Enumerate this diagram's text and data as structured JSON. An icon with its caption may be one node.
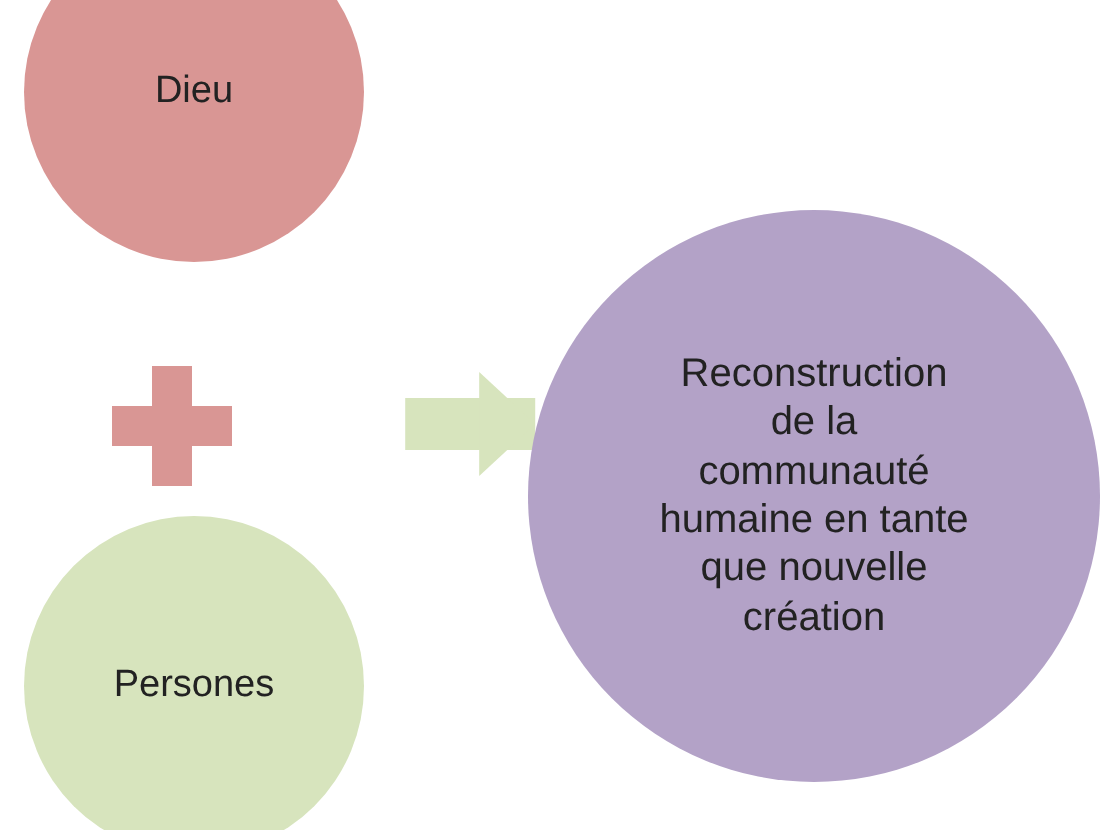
{
  "diagram": {
    "nodes": [
      {
        "text": [
          "Dieu"
        ]
      },
      {
        "text": [
          "Persones"
        ]
      },
      {
        "text": [
          "Reconstruction de la communauté humaine en tante que nouvelle création"
        ]
      }
    ],
    "edges": [
      {
        "from": null,
        "to": 2,
        "arrow": "to"
      }
    ]
  }
}
